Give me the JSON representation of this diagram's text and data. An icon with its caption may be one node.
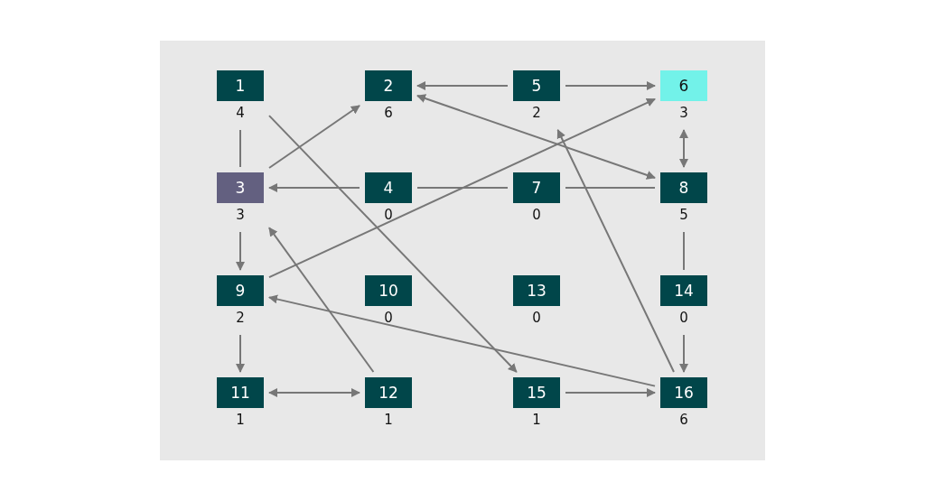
{
  "diagram": {
    "nodes": [
      {
        "text": [
          "1"
        ],
        "beside": [
          "4"
        ]
      },
      {
        "text": [
          "2"
        ],
        "beside": [
          "6"
        ]
      },
      {
        "text": [
          "3"
        ],
        "beside": [
          "3"
        ]
      },
      {
        "text": [
          "4"
        ],
        "beside": [
          "0"
        ]
      },
      {
        "text": [
          "5"
        ],
        "beside": [
          "2"
        ]
      },
      {
        "text": [
          "6"
        ],
        "beside": [
          "3"
        ]
      },
      {
        "text": [
          "7"
        ],
        "beside": [
          "0"
        ]
      },
      {
        "text": [
          "8"
        ],
        "beside": [
          "5"
        ]
      },
      {
        "text": [
          "9"
        ],
        "beside": [
          "2"
        ]
      },
      {
        "text": [
          "10"
        ],
        "beside": [
          "0"
        ]
      },
      {
        "text": [
          "13"
        ],
        "beside": [
          "0"
        ]
      },
      {
        "text": [
          "14"
        ],
        "beside": [
          "0"
        ]
      },
      {
        "text": [
          "11"
        ],
        "beside": [
          "1"
        ]
      },
      {
        "text": [
          "12"
        ],
        "beside": [
          "1"
        ]
      },
      {
        "text": [
          "15"
        ],
        "beside": [
          "1"
        ]
      },
      {
        "text": [
          "16"
        ],
        "beside": [
          "6"
        ]
      }
    ],
    "edges": [
      {
        "from": 0,
        "to": 2,
        "arrow": "none"
      },
      {
        "from": 0,
        "to": 14,
        "arrow": "to"
      },
      {
        "from": 2,
        "to": 1,
        "arrow": "to"
      },
      {
        "from": 4,
        "to": 1,
        "arrow": "to"
      },
      {
        "from": 4,
        "to": 5,
        "arrow": "to"
      },
      {
        "from": 1,
        "to": 7,
        "arrow": "both"
      },
      {
        "from": 5,
        "to": 7,
        "arrow": "both"
      },
      {
        "from": 7,
        "to": 6,
        "arrow": "none"
      },
      {
        "from": 6,
        "to": 3,
        "arrow": "none"
      },
      {
        "from": 3,
        "to": 2,
        "arrow": "to"
      },
      {
        "from": 2,
        "to": 8,
        "arrow": "to"
      },
      {
        "from": 8,
        "to": 5,
        "arrow": "to"
      },
      {
        "from": 7,
        "to": 11,
        "arrow": "none"
      },
      {
        "from": 13,
        "to": 2,
        "arrow": "to"
      },
      {
        "from": 15,
        "to": 8,
        "arrow": "to"
      },
      {
        "from": 15,
        "to": 4,
        "arrow": "to"
      },
      {
        "from": 8,
        "to": 12,
        "arrow": "to"
      },
      {
        "from": 12,
        "to": 13,
        "arrow": "both"
      },
      {
        "from": 11,
        "to": 15,
        "arrow": "to"
      },
      {
        "from": 14,
        "to": 15,
        "arrow": "to"
      }
    ]
  }
}
